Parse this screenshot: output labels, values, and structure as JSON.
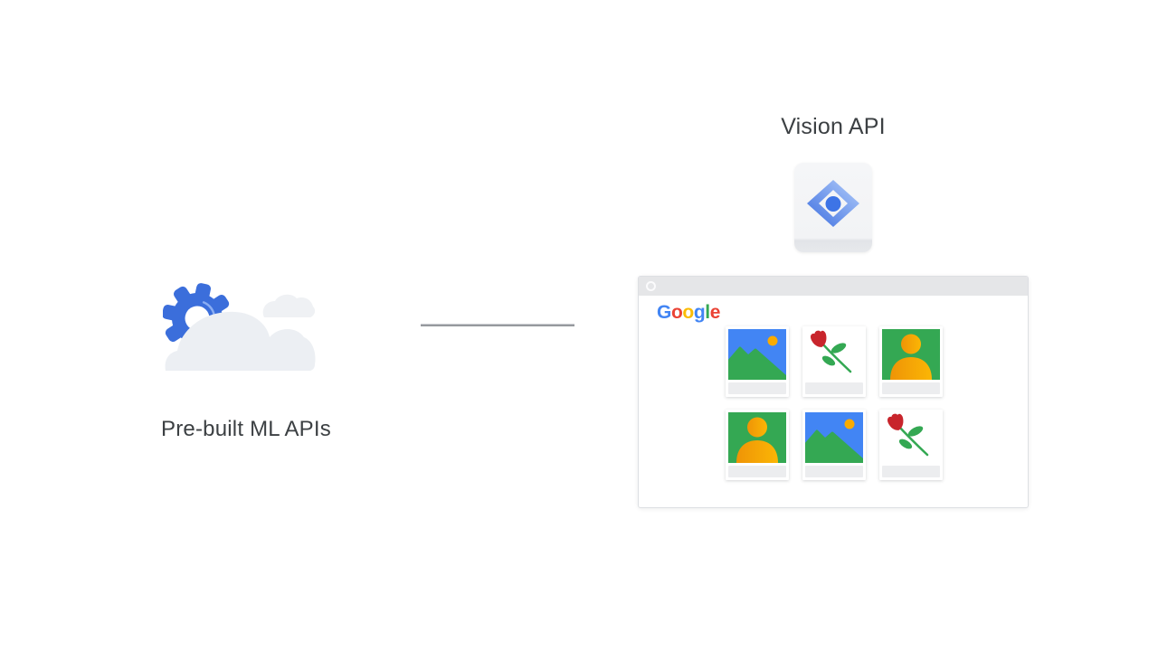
{
  "slide": {
    "background": "#FFFFFF",
    "text_color": "#3C4043"
  },
  "left_group": {
    "label": "Pre-built ML APIs",
    "icon": "gear-cloud-icon",
    "colors": {
      "gear": "#3B6EDB",
      "gear_highlight": "#8AADF2",
      "gear_hole": "#FFFFFF",
      "cloud_big": "#ECEFF3",
      "cloud_small": "#EFF1F4"
    }
  },
  "connector": {
    "color": "#96999E"
  },
  "right_group": {
    "title": "Vision API",
    "icon": "vision-api-icon",
    "icon_colors": {
      "card_bg": "#F3F4F6",
      "card_lip": "#E2E4E8",
      "diamond_light": "#B3CDFA",
      "diamond_dark": "#3D6FE0",
      "dot": "#3D74E6"
    }
  },
  "browser_window": {
    "window_control": "circle-icon",
    "titlebar_color": "#E5E6E8",
    "logo": {
      "name": "Google",
      "letters": [
        [
          "G",
          "#4285F4"
        ],
        [
          "o",
          "#EA4335"
        ],
        [
          "o",
          "#FBBC05"
        ],
        [
          "g",
          "#4285F4"
        ],
        [
          "l",
          "#34A853"
        ],
        [
          "e",
          "#EA4335"
        ]
      ]
    },
    "thumbnails": [
      {
        "type": "landscape",
        "icon": "landscape-photo-icon"
      },
      {
        "type": "rose",
        "icon": "rose-photo-icon"
      },
      {
        "type": "person",
        "icon": "person-photo-icon"
      },
      {
        "type": "person",
        "icon": "person-photo-icon"
      },
      {
        "type": "landscape",
        "icon": "landscape-photo-icon"
      },
      {
        "type": "rose",
        "icon": "rose-photo-icon"
      }
    ],
    "thumb_colors": {
      "sky_blue": "#4285F4",
      "green": "#34A853",
      "orange_dark": "#EF9406",
      "orange_light": "#FBB605",
      "sun": "#F9AB00",
      "rose_red": "#C8252C",
      "caption": "#ECEDEF",
      "white": "#FFFFFF"
    }
  }
}
